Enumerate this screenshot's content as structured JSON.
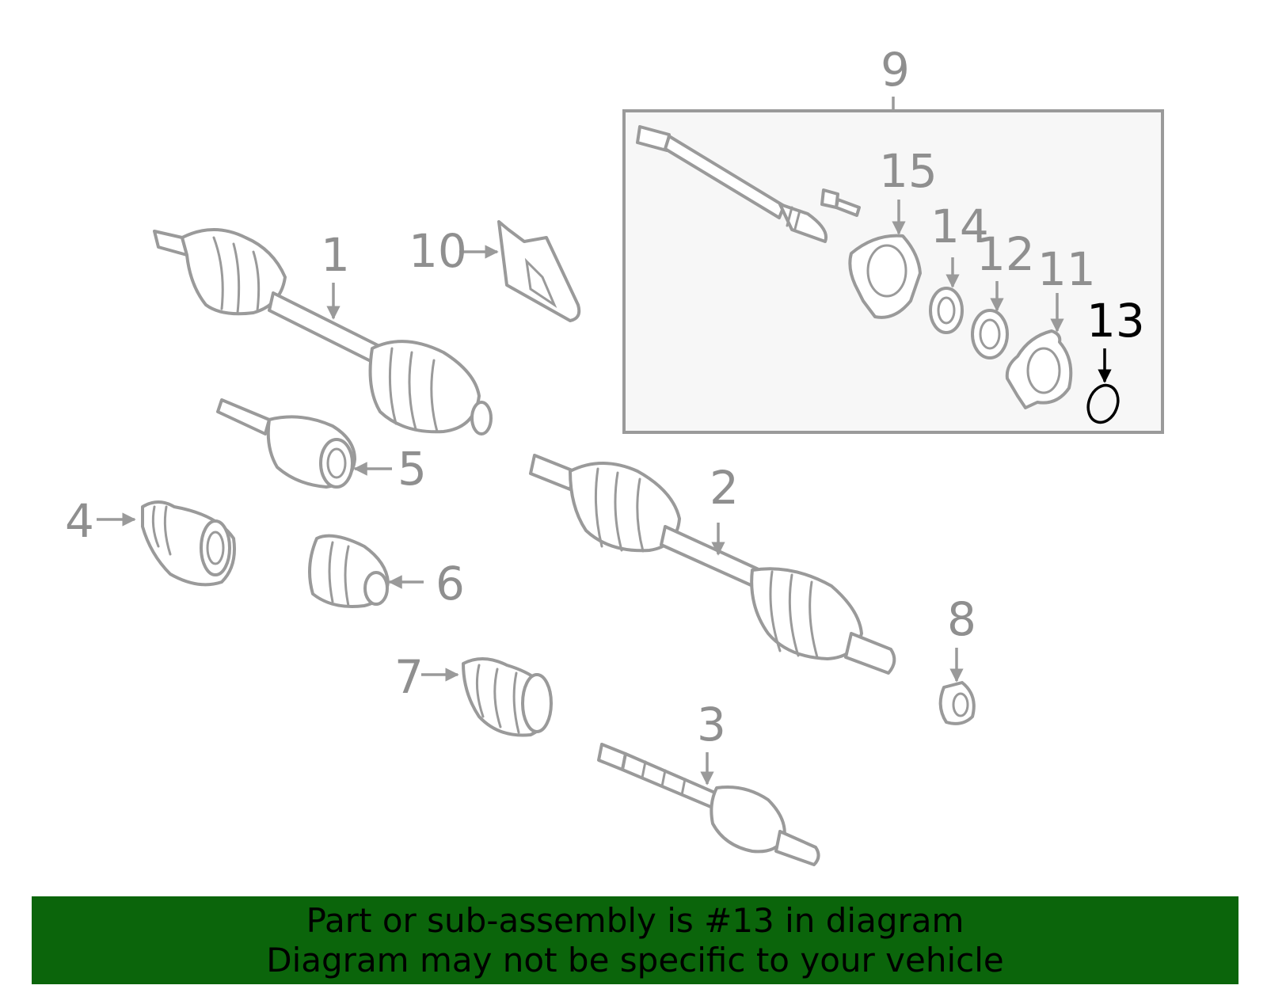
{
  "callouts": {
    "c1": "1",
    "c2": "2",
    "c3": "3",
    "c4": "4",
    "c5": "5",
    "c6": "6",
    "c7": "7",
    "c8": "8",
    "c9": "9",
    "c10": "10",
    "c11": "11",
    "c12": "12",
    "c13": "13",
    "c14": "14",
    "c15": "15"
  },
  "highlighted_part": "13",
  "colors": {
    "banner_bg": "#0b650b",
    "inset_bg": "#f7f7f7",
    "part_stroke": "#9a9a9a",
    "highlight": "#000000"
  },
  "banner": {
    "line1": "Part or sub-assembly is #13 in diagram",
    "line2": "Diagram may not be specific to your vehicle"
  }
}
